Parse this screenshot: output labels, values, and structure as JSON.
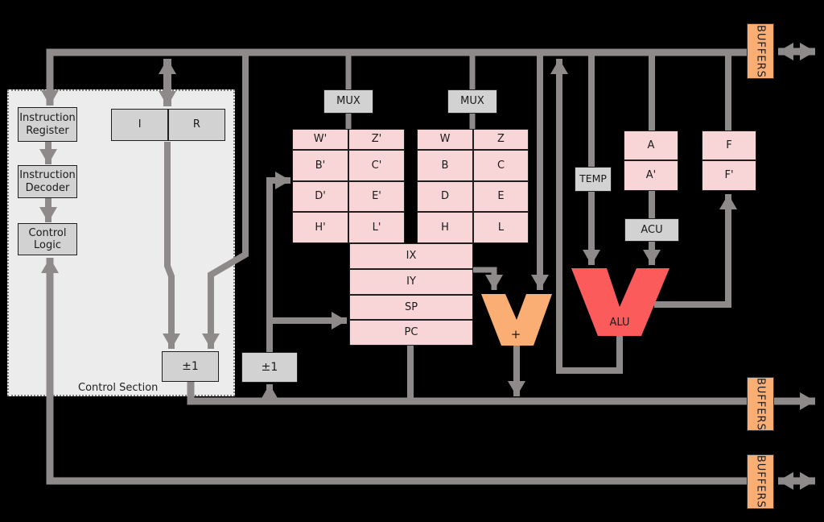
{
  "colors": {
    "line": "#8e8a8a",
    "box-gray": "#d2d2d2",
    "pink": "#f8d6d8",
    "orange": "#fbae74",
    "red": "#fb5b5b",
    "section-bg": "#ececec",
    "bg": "#000000",
    "text": "#1a1a1a"
  },
  "control_section": {
    "label": "Control Section",
    "instruction_register": "Instruction Register",
    "instruction_decoder": "Instruction Decoder",
    "control_logic": "Control Logic",
    "i_reg": "I",
    "r_reg": "R",
    "incdec": "±1"
  },
  "incdec2": "±1",
  "mux_left": "MUX",
  "mux_right": "MUX",
  "reg_file": {
    "alt": [
      [
        "W'",
        "Z'"
      ],
      [
        "B'",
        "C'"
      ],
      [
        "D'",
        "E'"
      ],
      [
        "H'",
        "L'"
      ]
    ],
    "main": [
      [
        "W",
        "Z"
      ],
      [
        "B",
        "C"
      ],
      [
        "D",
        "E"
      ],
      [
        "H",
        "L"
      ]
    ],
    "pointer": [
      "IX",
      "IY",
      "SP",
      "PC"
    ]
  },
  "alu_section": {
    "temp": "TEMP",
    "a": "A",
    "a_alt": "A'",
    "acu": "ACU",
    "f": "F",
    "f_alt": "F'",
    "alu": "ALU",
    "adder": "+"
  },
  "buffers": {
    "top": "BUFFERS",
    "middle": "BUFFERS",
    "bottom": "BUFFERS"
  }
}
